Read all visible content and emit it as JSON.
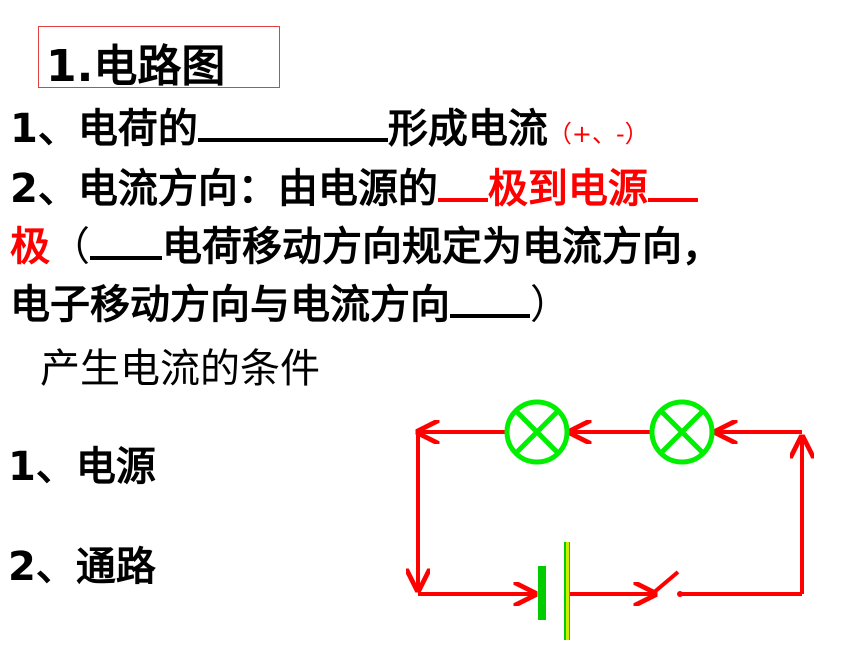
{
  "title": "1.电路图",
  "lines": {
    "l1_prefix": "1、电荷的",
    "l1_suffix": "形成电流",
    "l1_note": "（+、-）",
    "l2_prefix": "2、电流方向：由电源的",
    "l2_red": "极到电源",
    "l3_red": "极",
    "l3_text1": "（",
    "l3_text2": "电荷移动方向规定为电流方向，",
    "l4_text": "电子移动方向与电流方向",
    "l4_close": "）"
  },
  "conditions": {
    "heading": "产生电流的条件",
    "item1": "1、电源",
    "item2": "2、通路"
  },
  "colors": {
    "wire": "#ff0000",
    "lamp": "#00ee00",
    "battery": "#00cc00",
    "text_red": "#ff0000"
  },
  "circuit_icons": [
    "lamp-icon",
    "lamp-icon",
    "battery-icon",
    "switch-icon"
  ]
}
